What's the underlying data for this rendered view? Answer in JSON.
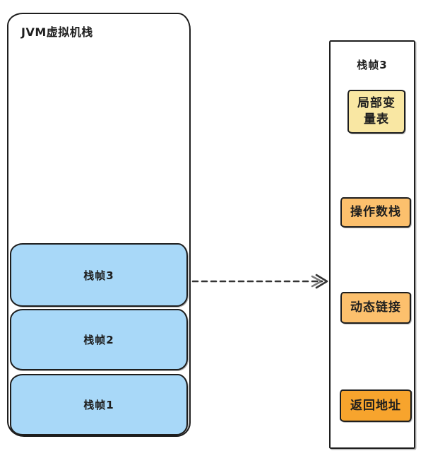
{
  "colors": {
    "stroke": "#1e1e1e",
    "arrow": "#343434",
    "background": "#ffffff",
    "frame_blue": "#a8d8f8",
    "local_var_yellow": "#f9e7a3",
    "operand_orange": "#fcc06d",
    "dynamic_orange": "#fcc06d",
    "return_orange": "#f7a42d"
  },
  "jvm_stack": {
    "title": "JVM虚拟机栈",
    "frames": [
      {
        "label": "栈帧3",
        "fill": "#a8d8f8"
      },
      {
        "label": "栈帧2",
        "fill": "#a8d8f8"
      },
      {
        "label": "栈帧1",
        "fill": "#a8d8f8"
      }
    ]
  },
  "arrow": {
    "style": "dashed",
    "from": "栈帧3",
    "to": "栈帧3 detail",
    "color": "#343434"
  },
  "frame_detail": {
    "title": "栈帧3",
    "items": [
      {
        "label": "局部变量表",
        "fill": "#f9e7a3"
      },
      {
        "label": "操作数栈",
        "fill": "#fcc06d"
      },
      {
        "label": "动态链接",
        "fill": "#fcc06d"
      },
      {
        "label": "返回地址",
        "fill": "#f7a42d"
      }
    ]
  }
}
